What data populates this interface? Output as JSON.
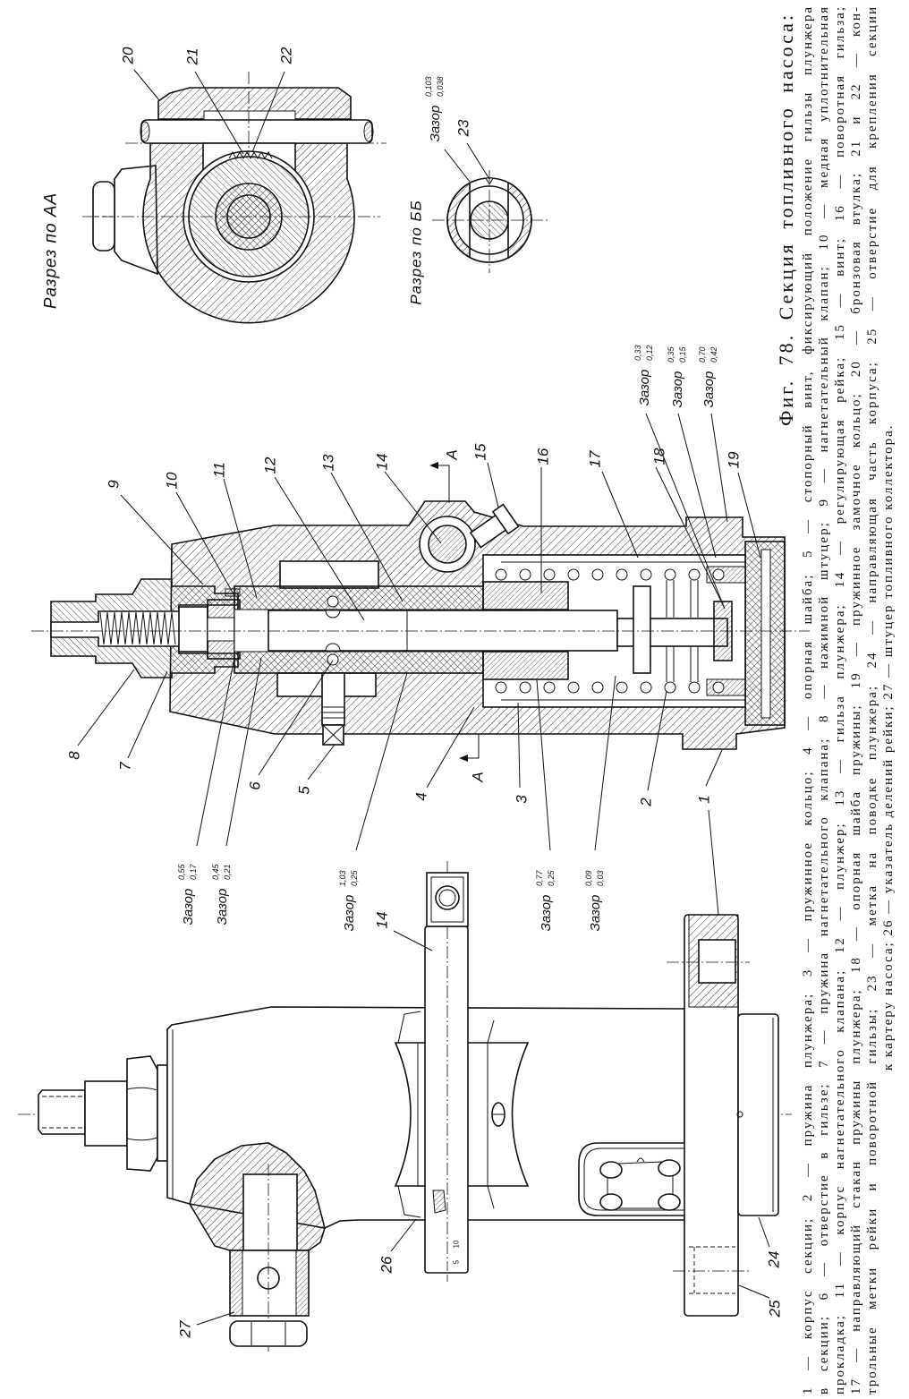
{
  "figure": {
    "title": "Фиг. 78. Секция топливного насоса:",
    "caption_lines": [
      "1 — корпус секции; 2 — пружина плунжера; 3 — пружинное кольцо; 4 — опорная шайба; 5 — стопорный винт, фиксирующий положение гильзы плунжера",
      "в секции; 6 — отверстие в гильзе; 7 — пружина нагнетательного клапана; 8 — нажимной штуцер; 9 — нагнетательный клапан; 10 — медная уплотнительная",
      "прокладка; 11 — корпус нагнетательного клапана; 12 — плунжер; 13 — гильза плунжера; 14 — регулирующая рейка; 15 — винт; 16 — поворотная гильза;",
      "17 — направляющий стакан пружины плунжера; 18 — опорная шайба пружины; 19 — пружинное замочное кольцо; 20 — бронзовая втулка; 21 и 22 — кон-",
      "трольные метки рейки и поворотной гильзы; 23 — метка на поводке плунжера; 24 — направляющая часть корпуса; 25 — отверстие для крепления секции",
      "к картеру насоса; 26 — указатель делений рейки; 27 — штуцер топливного коллектора."
    ]
  },
  "views": {
    "section_aa_title": "Разрез по АА",
    "section_bb_title": "Разрез по ББ"
  },
  "section_marks": {
    "top": "A",
    "bottom": "A"
  },
  "callouts": {
    "n1": "1",
    "n2": "2",
    "n3": "3",
    "n4": "4",
    "n5": "5",
    "n6": "6",
    "n7": "7",
    "n8": "8",
    "n9": "9",
    "n10": "10",
    "n11": "11",
    "n12": "12",
    "n13": "13",
    "n14": "14",
    "n14_view": "14",
    "n15": "15",
    "n16": "16",
    "n17": "17",
    "n18": "18",
    "n19": "19",
    "n20": "20",
    "n21": "21",
    "n22": "22",
    "n23": "23",
    "n24": "24",
    "n25": "25",
    "n26": "26",
    "n27": "27"
  },
  "rack_scale": {
    "upper": "10",
    "lower": "5"
  },
  "clearances": [
    {
      "label": "Зазор",
      "max": "0,55",
      "min": "0,17"
    },
    {
      "label": "Зазор",
      "max": "0,45",
      "min": "0,21"
    },
    {
      "label": "Зазор",
      "max": "1,03",
      "min": "0,25"
    },
    {
      "label": "Зазор",
      "max": "0,77",
      "min": "0,25"
    },
    {
      "label": "Зазор",
      "max": "0,09",
      "min": "0,03"
    },
    {
      "label": "Зазор",
      "max": "0,33",
      "min": "0,12"
    },
    {
      "label": "Зазор",
      "max": "0,35",
      "min": "0,15"
    },
    {
      "label": "Зазор",
      "max": "0,70",
      "min": "0,42"
    },
    {
      "label": "Зазор",
      "max": "0,103",
      "min": "0,038"
    }
  ]
}
